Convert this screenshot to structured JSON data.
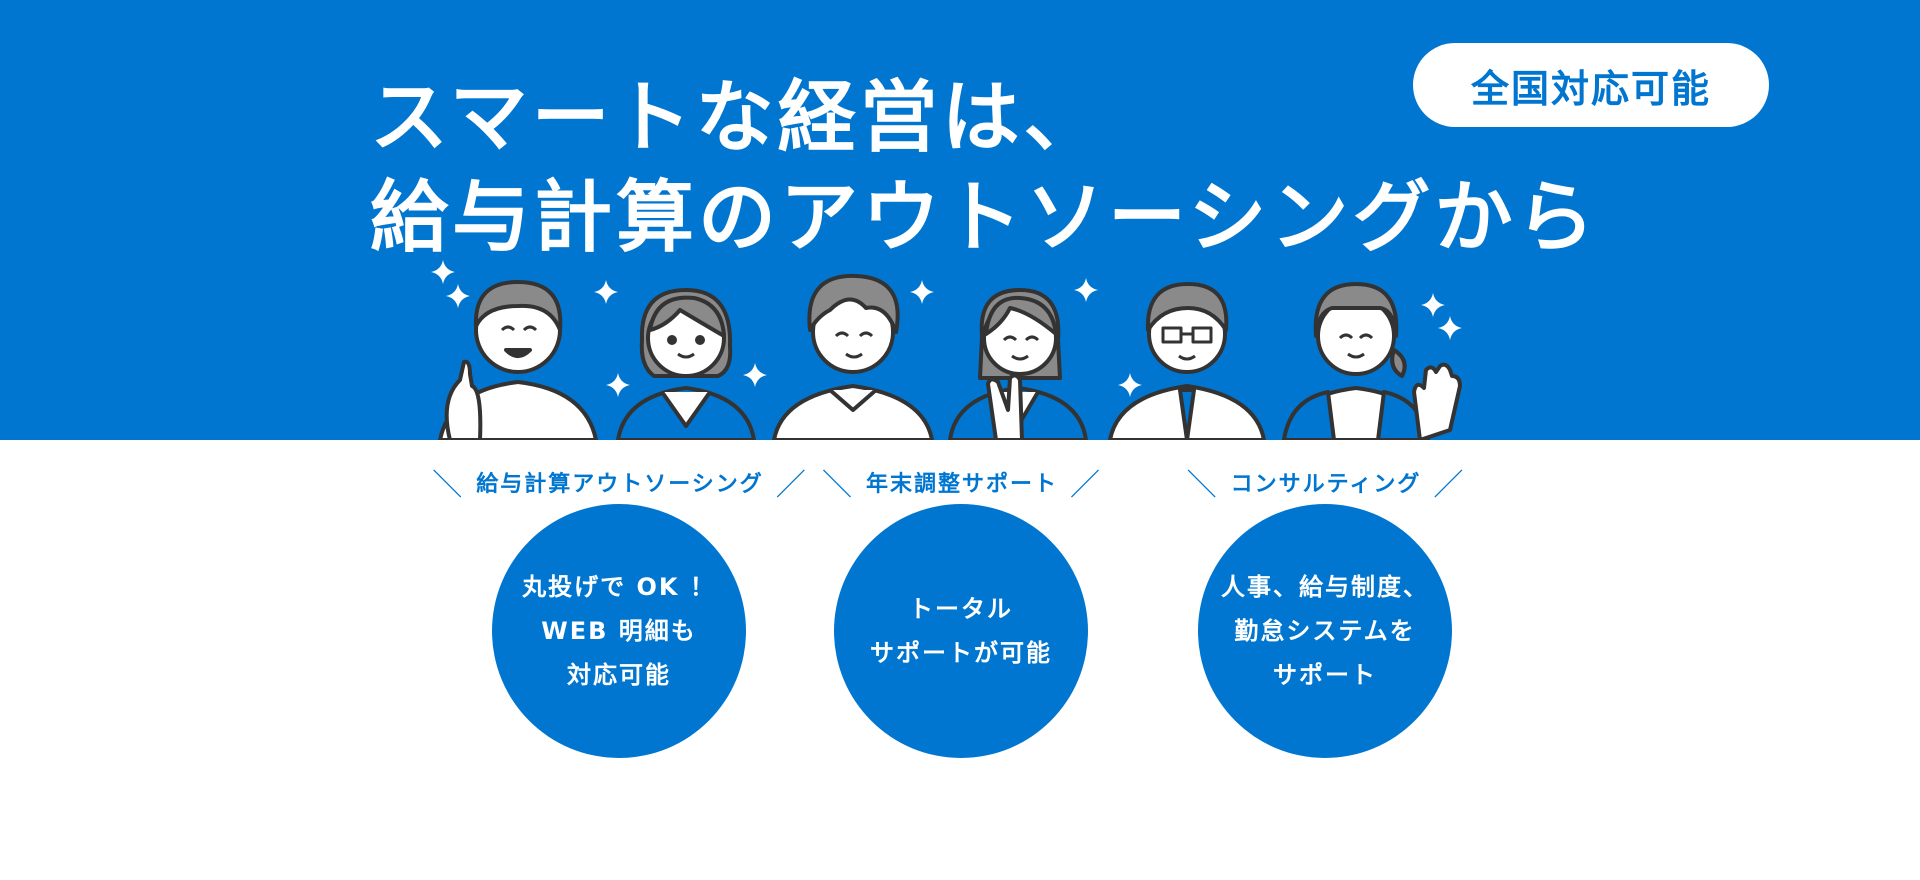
{
  "hero": {
    "headline_line1": "スマートな経営は、",
    "headline_line2": "給与計算のアウトソーシングから",
    "badge": "全国対応可能",
    "background_color": "#0076d0"
  },
  "services": [
    {
      "label": "給与計算アウトソーシング",
      "lines": [
        "丸投げで OK ！",
        "WEB 明細も",
        "対応可能"
      ]
    },
    {
      "label": "年末調整サポート",
      "lines": [
        "トータル",
        "サポートが可能"
      ]
    },
    {
      "label": "コンサルティング",
      "lines": [
        "人事、給与制度、",
        "勤怠システムを",
        "サポート"
      ]
    }
  ],
  "decor": {
    "slash_left": "＼",
    "slash_right": "／"
  },
  "colors": {
    "brand": "#0076d0",
    "white": "#ffffff",
    "illustration_gray": "#8a8a8a",
    "outline": "#333333"
  }
}
